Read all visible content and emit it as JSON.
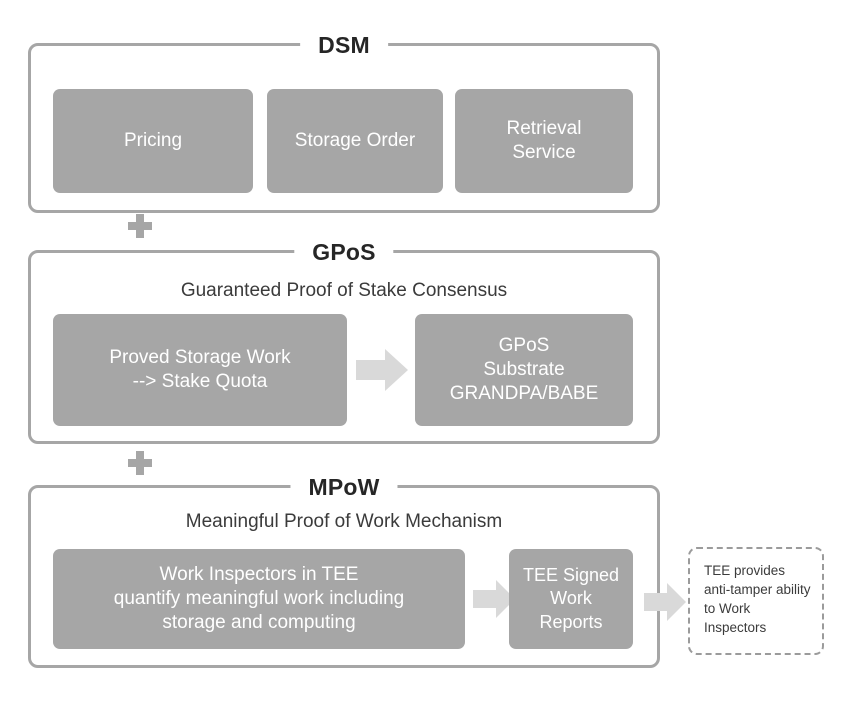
{
  "diagram": {
    "groups": [
      {
        "id": "dsm",
        "title": "DSM",
        "subtitle": "",
        "nodes": [
          {
            "label": "Pricing"
          },
          {
            "label": "Storage Order"
          },
          {
            "label": "Retrieval\nService"
          }
        ]
      },
      {
        "id": "gpos",
        "title": "GPoS",
        "subtitle": "Guaranteed Proof of Stake Consensus",
        "nodes": [
          {
            "label": "Proved Storage Work\n--> Stake Quota"
          },
          {
            "label": "GPoS\nSubstrate\nGRANDPA/BABE"
          }
        ]
      },
      {
        "id": "mpow",
        "title": "MPoW",
        "subtitle": "Meaningful Proof of Work Mechanism",
        "nodes": [
          {
            "label": "Work Inspectors in TEE\nquantify meaningful work including\nstorage and computing"
          },
          {
            "label": "TEE Signed\nWork\nReports"
          }
        ]
      }
    ],
    "note": {
      "text": "TEE provides anti-tamper ability  to Work Inspectors"
    },
    "connectors": {
      "plus_label": "+",
      "arrow_label": "arrow-right"
    },
    "colors": {
      "panel_border": "#a6a6a6",
      "node_fill": "#a6a6a6",
      "node_text": "#ffffff",
      "title_text": "#262626",
      "subtitle_text": "#3b3b3b",
      "arrow_fill": "#d9d9d9",
      "note_border": "#9b9b9b",
      "note_text": "#3b3b3b",
      "background": "#ffffff"
    }
  }
}
